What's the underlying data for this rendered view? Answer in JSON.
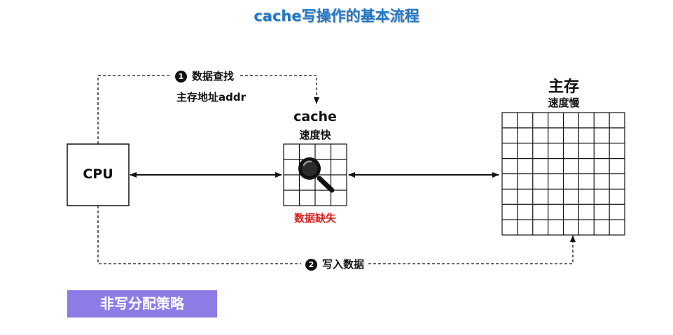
{
  "title": "cache写操作的基本流程",
  "cpu": {
    "label": "CPU"
  },
  "cache": {
    "name": "cache",
    "speed": "速度快",
    "status": "数据缺失",
    "grid_rows": 4,
    "grid_cols": 4
  },
  "memory": {
    "name": "主存",
    "speed": "速度慢",
    "grid_rows": 8,
    "grid_cols": 8
  },
  "step1": {
    "number": "1",
    "label": "数据查找",
    "detail": "主存地址addr"
  },
  "step2": {
    "number": "2",
    "label": "写入数据"
  },
  "policy": {
    "label": "非写分配策略"
  },
  "colors": {
    "title": "#1f78c8",
    "miss": "#d81e1e",
    "policy_bg": "#8e7ce6",
    "line": "#111111"
  },
  "icons": {
    "search": "magnifier-icon"
  }
}
